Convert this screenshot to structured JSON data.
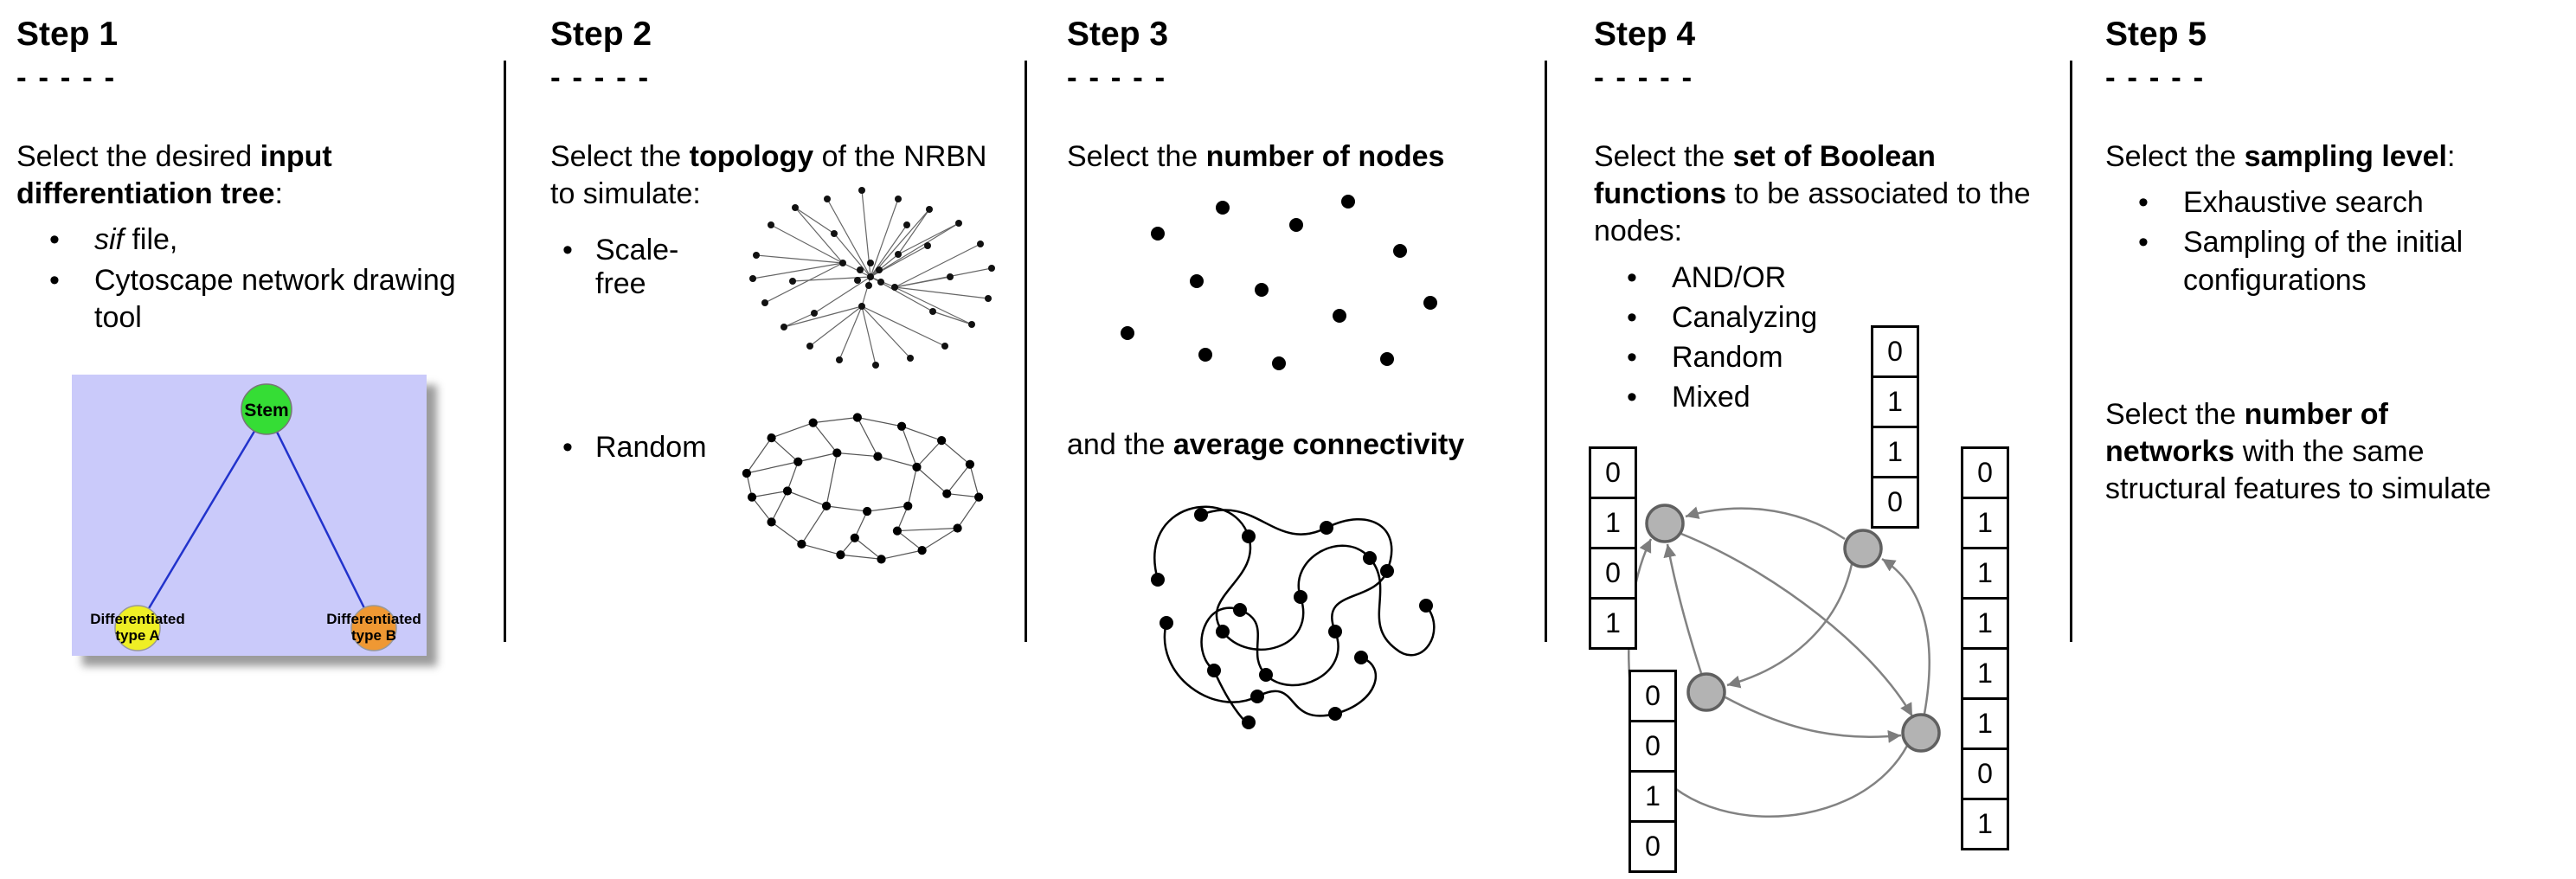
{
  "dash_line": "- - - - -",
  "step1": {
    "title": "Step 1",
    "intro": [
      "Select the desired ",
      "input differentiation tree",
      ":"
    ],
    "bullet1_italic": "sif",
    "bullet1_rest": " file,",
    "bullet2": "Cytoscape network drawing tool",
    "tree": {
      "stem_label": "Stem",
      "type_a_line1": "Differentiated",
      "type_a_line2": "type A",
      "type_b_line1": "Differentiated",
      "type_b_line2": "type B",
      "colors": {
        "background": "#cacafa",
        "stem": "#35dd35",
        "type_a": "#efef25",
        "type_b": "#ef9833",
        "edge": "#2233cc"
      }
    }
  },
  "step2": {
    "title": "Step 2",
    "intro": [
      "Select the ",
      "topology",
      " of the NRBN to simulate:"
    ],
    "bullets": [
      "Scale-free",
      "Random"
    ]
  },
  "step3": {
    "title": "Step 3",
    "line1": [
      "Select the ",
      "number of nodes"
    ],
    "line2": [
      "and the ",
      "average connectivity"
    ]
  },
  "step4": {
    "title": "Step 4",
    "intro": [
      "Select the ",
      "set of Boolean functions",
      " to be associated to the nodes:"
    ],
    "bullets": [
      "AND/OR",
      "Canalyzing",
      "Random",
      "Mixed"
    ],
    "tables": {
      "left": [
        "0",
        "1",
        "0",
        "1"
      ],
      "top": [
        "0",
        "1",
        "1",
        "0"
      ],
      "bottom_left": [
        "0",
        "0",
        "1",
        "0"
      ],
      "right": [
        "0",
        "1",
        "1",
        "1",
        "1",
        "1",
        "0",
        "1"
      ]
    }
  },
  "step5": {
    "title": "Step 5",
    "intro": [
      "Select the ",
      "sampling level",
      ":"
    ],
    "bullets": [
      "Exhaustive search",
      "Sampling of the initial configurations"
    ],
    "second": [
      "Select the ",
      "number of networks",
      " with the same structural features to simulate"
    ]
  }
}
